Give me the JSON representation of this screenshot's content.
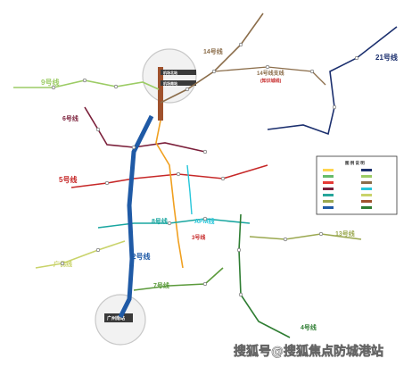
{
  "colors": {
    "line2": "#1f5aa6",
    "line3": "#f0a020",
    "line3_branch": "#a0522d",
    "line4": "#2e7d32",
    "line5": "#c62828",
    "line6": "#7b1f3a",
    "line7": "#5b9a3b",
    "line8": "#19a6a0",
    "line9": "#9ccc65",
    "line13": "#9aa84f",
    "line14": "#8b6d4a",
    "line21": "#1b2f6e",
    "guangfo": "#c9d36a",
    "apm": "#26c6da",
    "airport_circle": "#cccccc",
    "watermark": "#ffffff"
  },
  "labels": {
    "line9": "9号线",
    "line6": "6号线",
    "line5": "5号线",
    "line8": "8号线",
    "line2": "2号线",
    "line7": "7号线",
    "line4": "4号线",
    "line13": "13号线",
    "line14": "14号线",
    "line14_branch": "14号线支线",
    "line14_branch_note": "(知识城线)",
    "line21": "21号线",
    "guangfo": "广佛线",
    "apm": "APM线",
    "line3": "3号线",
    "airport_north": "机场北站",
    "airport_south": "机场南站",
    "guangzhou_south": "广州南站",
    "legend_title": "图 例 说 明"
  },
  "watermark": "搜狐号@搜狐焦点防城港站",
  "legend": {
    "title_label": "图 例 说 明"
  }
}
